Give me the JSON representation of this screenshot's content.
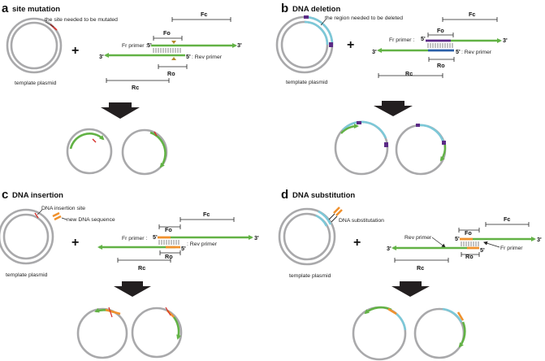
{
  "colors": {
    "plasmid": "#a9a9ab",
    "primer_green": "#62b245",
    "insert_orange": "#f0912d",
    "deletion_cyan": "#7cc8d8",
    "deletion_purple": "#5b2a86",
    "mutation_red": "#d6302b",
    "arrow_black": "#231f20"
  },
  "labels": {
    "template_plasmid": "template plasmid",
    "fr_primer": "Fr primer :",
    "rev_primer": ": Rev primer",
    "rev_primer_long": "Rev primer",
    "fr_primer_long": "Fr primer",
    "end5": "5'",
    "end3": "3'",
    "fc": "Fc",
    "fo": "Fo",
    "ro": "Ro",
    "rc": "Rc",
    "plus": "+"
  },
  "panels": [
    {
      "letter": "a",
      "title": "site mutation",
      "annotation": "the site needed to be mutated"
    },
    {
      "letter": "b",
      "title": "DNA deletion",
      "annotation": "the region needed to be deleted"
    },
    {
      "letter": "c",
      "title": "DNA insertion",
      "annotation": "DNA insertion site",
      "annotation2": "new DNA sequence"
    },
    {
      "letter": "d",
      "title": "DNA substitution",
      "annotation": "DNA substitutation"
    }
  ]
}
